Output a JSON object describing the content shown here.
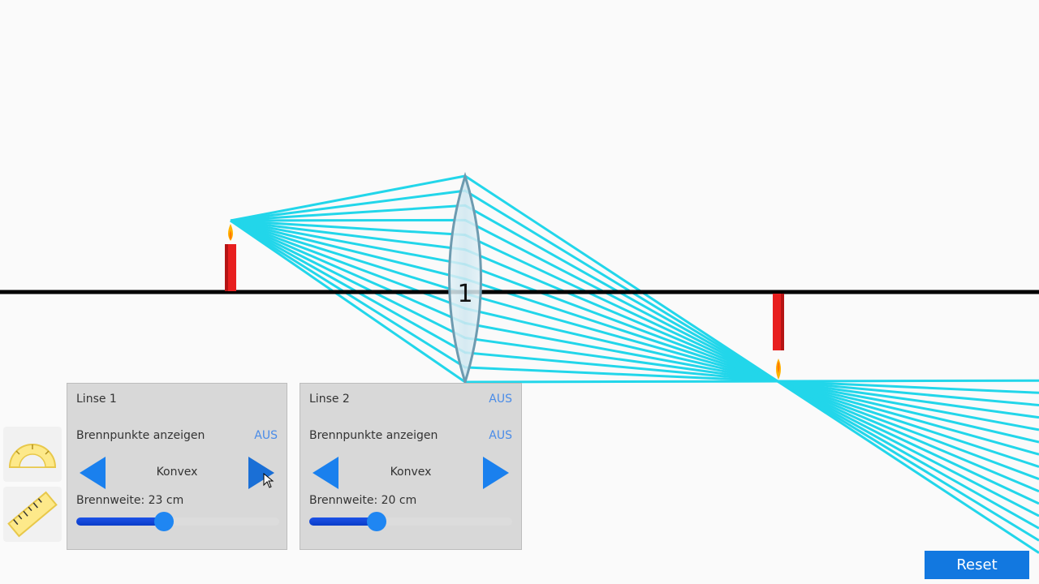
{
  "lens1": {
    "title": "Linse 1",
    "focal_points_label": "Brennpunkte anzeigen",
    "focal_points_state": "AUS",
    "type": "Konvex",
    "focal_length_label": "Brennweite: 23 cm",
    "slider_fraction": 0.43,
    "marker": "1"
  },
  "lens2": {
    "title": "Linse 2",
    "title_state": "AUS",
    "focal_points_label": "Brennpunkte anzeigen",
    "focal_points_state": "AUS",
    "type": "Konvex",
    "focal_length_label": "Brennweite: 20 cm",
    "slider_fraction": 0.33
  },
  "tools": [
    "protractor-icon",
    "ruler-icon"
  ],
  "reset_label": "Reset",
  "colors": {
    "ray": "#22d6ea",
    "candle": "#e81f1f",
    "flame": "#ffb300",
    "lens_border": "#6d9bb0",
    "button": "#1278e0",
    "toggle": "#4a8ce8",
    "slider_fill": "#0f45d8",
    "slider_thumb": "#1f86f2"
  }
}
